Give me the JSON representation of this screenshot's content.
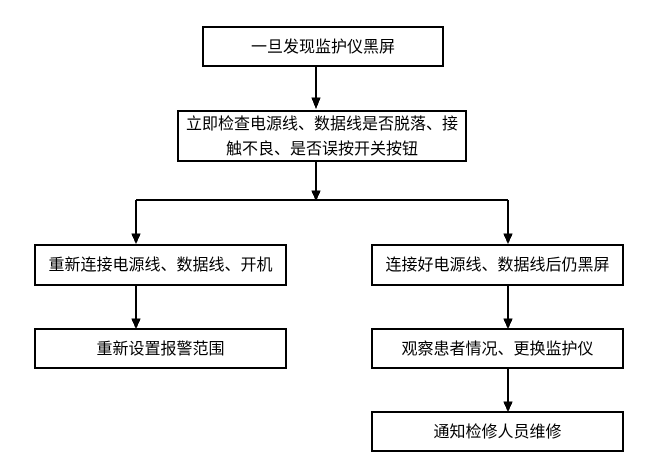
{
  "canvas": {
    "background_color": "#ffffff",
    "line_color": "#000000",
    "text_color": "#000000"
  },
  "flowchart": {
    "nodes": {
      "start": {
        "label": "一旦发现监护仪黑屏"
      },
      "check": {
        "label": "立即检查电源线、数据线是否脱落、接触不良、是否误按开关按钮"
      },
      "reconnect": {
        "label": "重新连接电源线、数据线、开机"
      },
      "reset_alarm": {
        "label": "重新设置报警范围"
      },
      "still_black": {
        "label": "连接好电源线、数据线后仍黑屏"
      },
      "observe_replace": {
        "label": "观察患者情况、更换监护仪"
      },
      "notify_repair": {
        "label": "通知检修人员维修"
      }
    },
    "edges": [
      {
        "from": "start",
        "to": "check"
      },
      {
        "from": "check",
        "to": "reconnect"
      },
      {
        "from": "check",
        "to": "still_black"
      },
      {
        "from": "reconnect",
        "to": "reset_alarm"
      },
      {
        "from": "still_black",
        "to": "observe_replace"
      },
      {
        "from": "observe_replace",
        "to": "notify_repair"
      }
    ]
  }
}
